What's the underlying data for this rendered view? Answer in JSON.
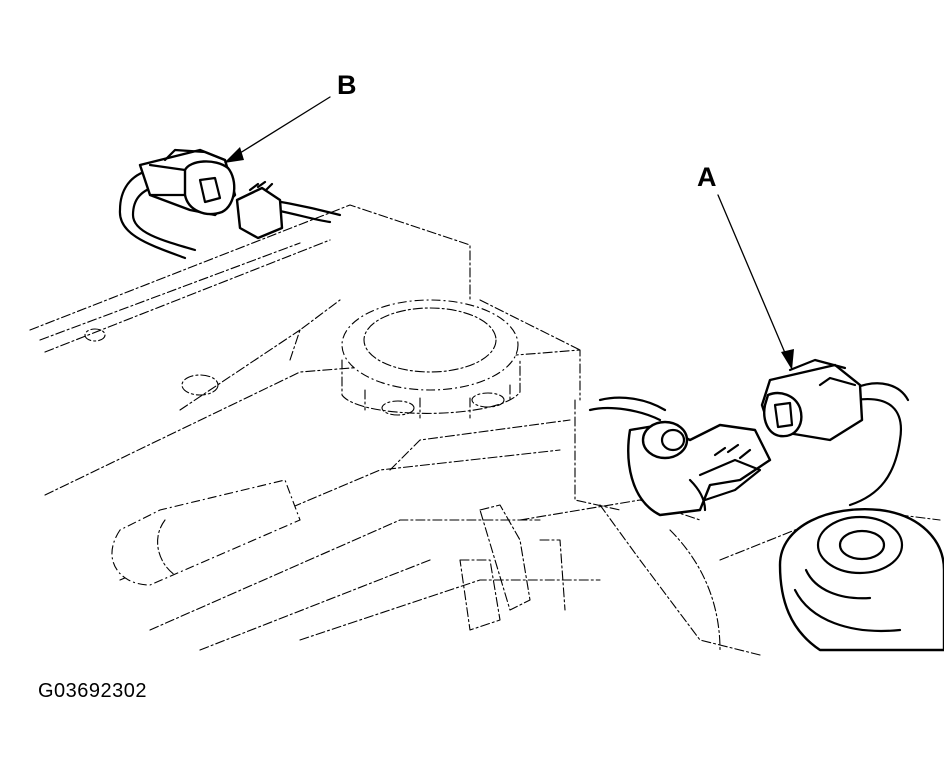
{
  "callouts": {
    "a": "A",
    "b": "B"
  },
  "figure_id": "G03692302"
}
